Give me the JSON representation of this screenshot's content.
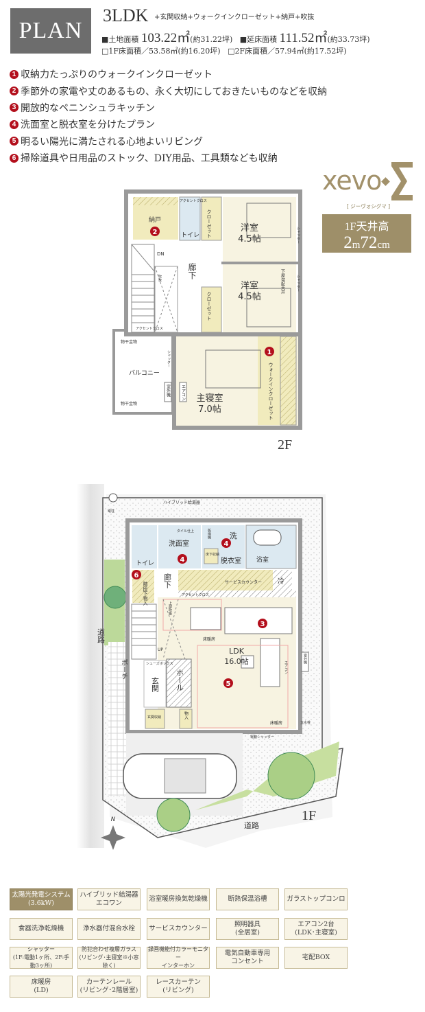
{
  "header": {
    "badge": "PLAN",
    "layout": "3LDK",
    "layout_extra": "+玄関収納+ウォークインクローゼット+納戸+吹抜",
    "land_area_label": "■土地面積",
    "land_area_value": "103.22㎡",
    "land_area_tsubo": "(約31.22坪)",
    "floor_area_label": "■延床面積",
    "floor_area_value": "111.52㎡",
    "floor_area_tsubo": "(約33.73坪)",
    "f1_area": "□1F床面積／53.58㎡(約16.20坪)",
    "f2_area": "□2F床面積／57.94㎡(約17.52坪)"
  },
  "features": [
    {
      "num": "1",
      "text": "収納力たっぷりのウォークインクローゼット"
    },
    {
      "num": "2",
      "text": "季節外の家電や丈のあるもの、永く大切にしておきたいものなどを収納"
    },
    {
      "num": "3",
      "text": "開放的なペニンシュラキッチン"
    },
    {
      "num": "4",
      "text": "洗面室と脱衣室を分けたプラン"
    },
    {
      "num": "5",
      "text": "明るい陽光に満たされる心地よいリビング"
    },
    {
      "num": "6",
      "text": "掃除道具や日用品のストック、DIY用品、工具類なども収納"
    }
  ],
  "brand": {
    "logo": "xevo Σ",
    "reading": "[ ジーヴォシグマ ]",
    "ceiling_label": "1F天井高",
    "ceiling_m": "2",
    "ceiling_m_unit": "m",
    "ceiling_cm": "72",
    "ceiling_cm_unit": "cm",
    "color": "#9e8f69"
  },
  "floor2": {
    "label": "2F",
    "storage": "納戸",
    "storage_num": "2",
    "toilet": "トイレ",
    "accent_cloth": "アクセントクロス",
    "closet": "クローゼット",
    "room_a": "洋室",
    "room_a_size": "4.5帖",
    "room_b": "洋室",
    "room_b_size": "4.5帖",
    "shutter": "シャッター",
    "dn": "DN",
    "hall": "廊下",
    "void": "吹抜",
    "sloped_ceiling": "下屋勾配天井",
    "drying_hardware": "物干金物",
    "balcony": "バルコニー",
    "outdoor_unit": "室外機",
    "aircon": "エアコン",
    "master": "主寝室",
    "master_size": "7.0帖",
    "wic": "ウォークインクローゼット",
    "wic_num": "1"
  },
  "floor1": {
    "label": "1F",
    "pole": "電柱",
    "water_heater": "ハイブリッド給湯器",
    "tile": "タイル仕上",
    "dryer": "乾燥機",
    "washer": "洗",
    "toilet": "トイレ",
    "washroom": "洗面室",
    "dressing": "脱衣室",
    "underfloor": "床下収納",
    "bath": "浴室",
    "hall": "廊下",
    "under_stairs": "階段下物入",
    "service_counter": "サービスカウンター",
    "fridge": "冷",
    "accent_cloth": "アクセントクロス",
    "upper_void": "上部吹抜",
    "up": "UP",
    "floor_heating": "床暖房",
    "ldk": "LDK",
    "ldk_size": "16.0帖",
    "shoe_box": "シューズボックス",
    "entrance": "玄関",
    "entrance_hall": "ホール",
    "porch": "ポーチ",
    "entrance_storage": "玄関収納",
    "storage": "物入",
    "outdoor_unit": "室外機",
    "aircon": "エアコン",
    "faucet": "立水栓",
    "electric_shutter": "電動シャッター",
    "road": "道路",
    "north": "N",
    "num3": "3",
    "num4": "4",
    "num5": "5",
    "num6": "6"
  },
  "options": [
    {
      "l1": "太陽光発電システム",
      "l2": "(3.6kW)",
      "highlight": true
    },
    {
      "l1": "ハイブリッド給湯器",
      "l2": "エコワン"
    },
    {
      "l1": "浴室暖房換気乾燥機",
      "l2": ""
    },
    {
      "l1": "断熱保温浴槽",
      "l2": ""
    },
    {
      "l1": "ガラストップコンロ",
      "l2": ""
    },
    {
      "l1": "食器洗浄乾燥機",
      "l2": ""
    },
    {
      "l1": "浄水器付混合水栓",
      "l2": ""
    },
    {
      "l1": "サービスカウンター",
      "l2": ""
    },
    {
      "l1": "照明器具",
      "l2": "(全居室)"
    },
    {
      "l1": "エアコン2台",
      "l2": "(LDK･主寝室)"
    },
    {
      "l1": "シャッター",
      "l2": "(1F:電動1ヶ所、2F:手動3ヶ所)"
    },
    {
      "l1": "防犯合わせ複層ガラス",
      "l2": "(リビング･主寝室※小窓除く)"
    },
    {
      "l1": "録画機能付カラーモニター",
      "l2": "インターホン"
    },
    {
      "l1": "電気自動車専用",
      "l2": "コンセント"
    },
    {
      "l1": "宅配BOX",
      "l2": ""
    },
    {
      "l1": "床暖房",
      "l2": "(LD)"
    },
    {
      "l1": "カーテンレール",
      "l2": "(リビング･2階居室)"
    },
    {
      "l1": "レースカーテン",
      "l2": "(リビング)"
    }
  ]
}
